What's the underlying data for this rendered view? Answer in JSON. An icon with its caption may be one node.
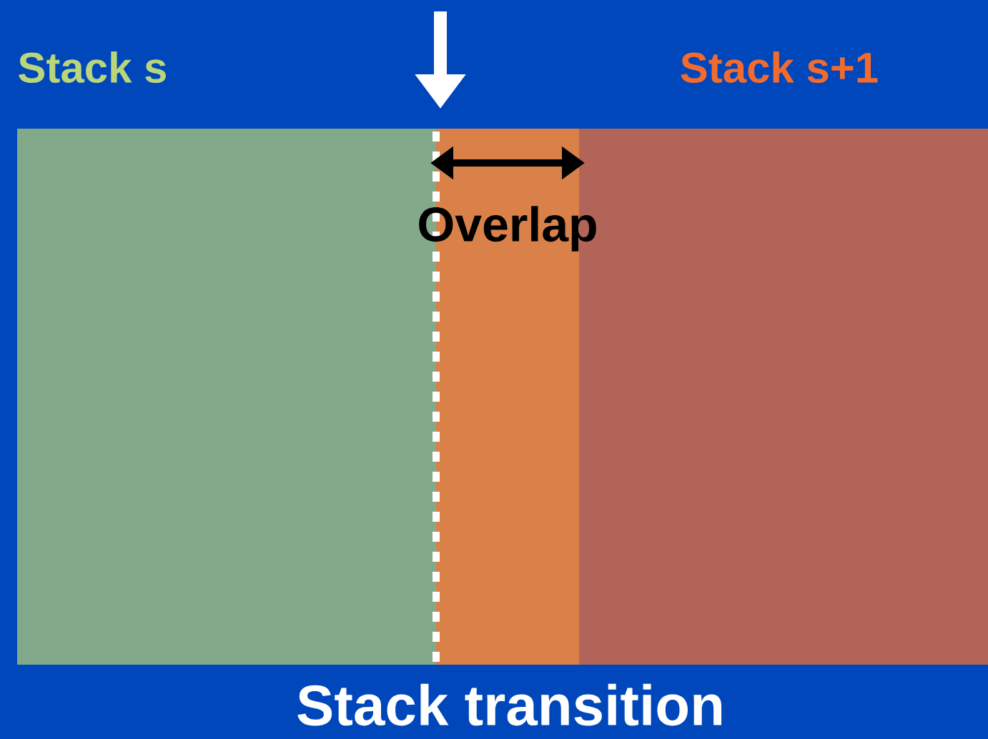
{
  "diagram": {
    "caption": "Stack transition",
    "labels": [
      "Stack s",
      "Stack s+1",
      "Overlap"
    ]
  }
}
